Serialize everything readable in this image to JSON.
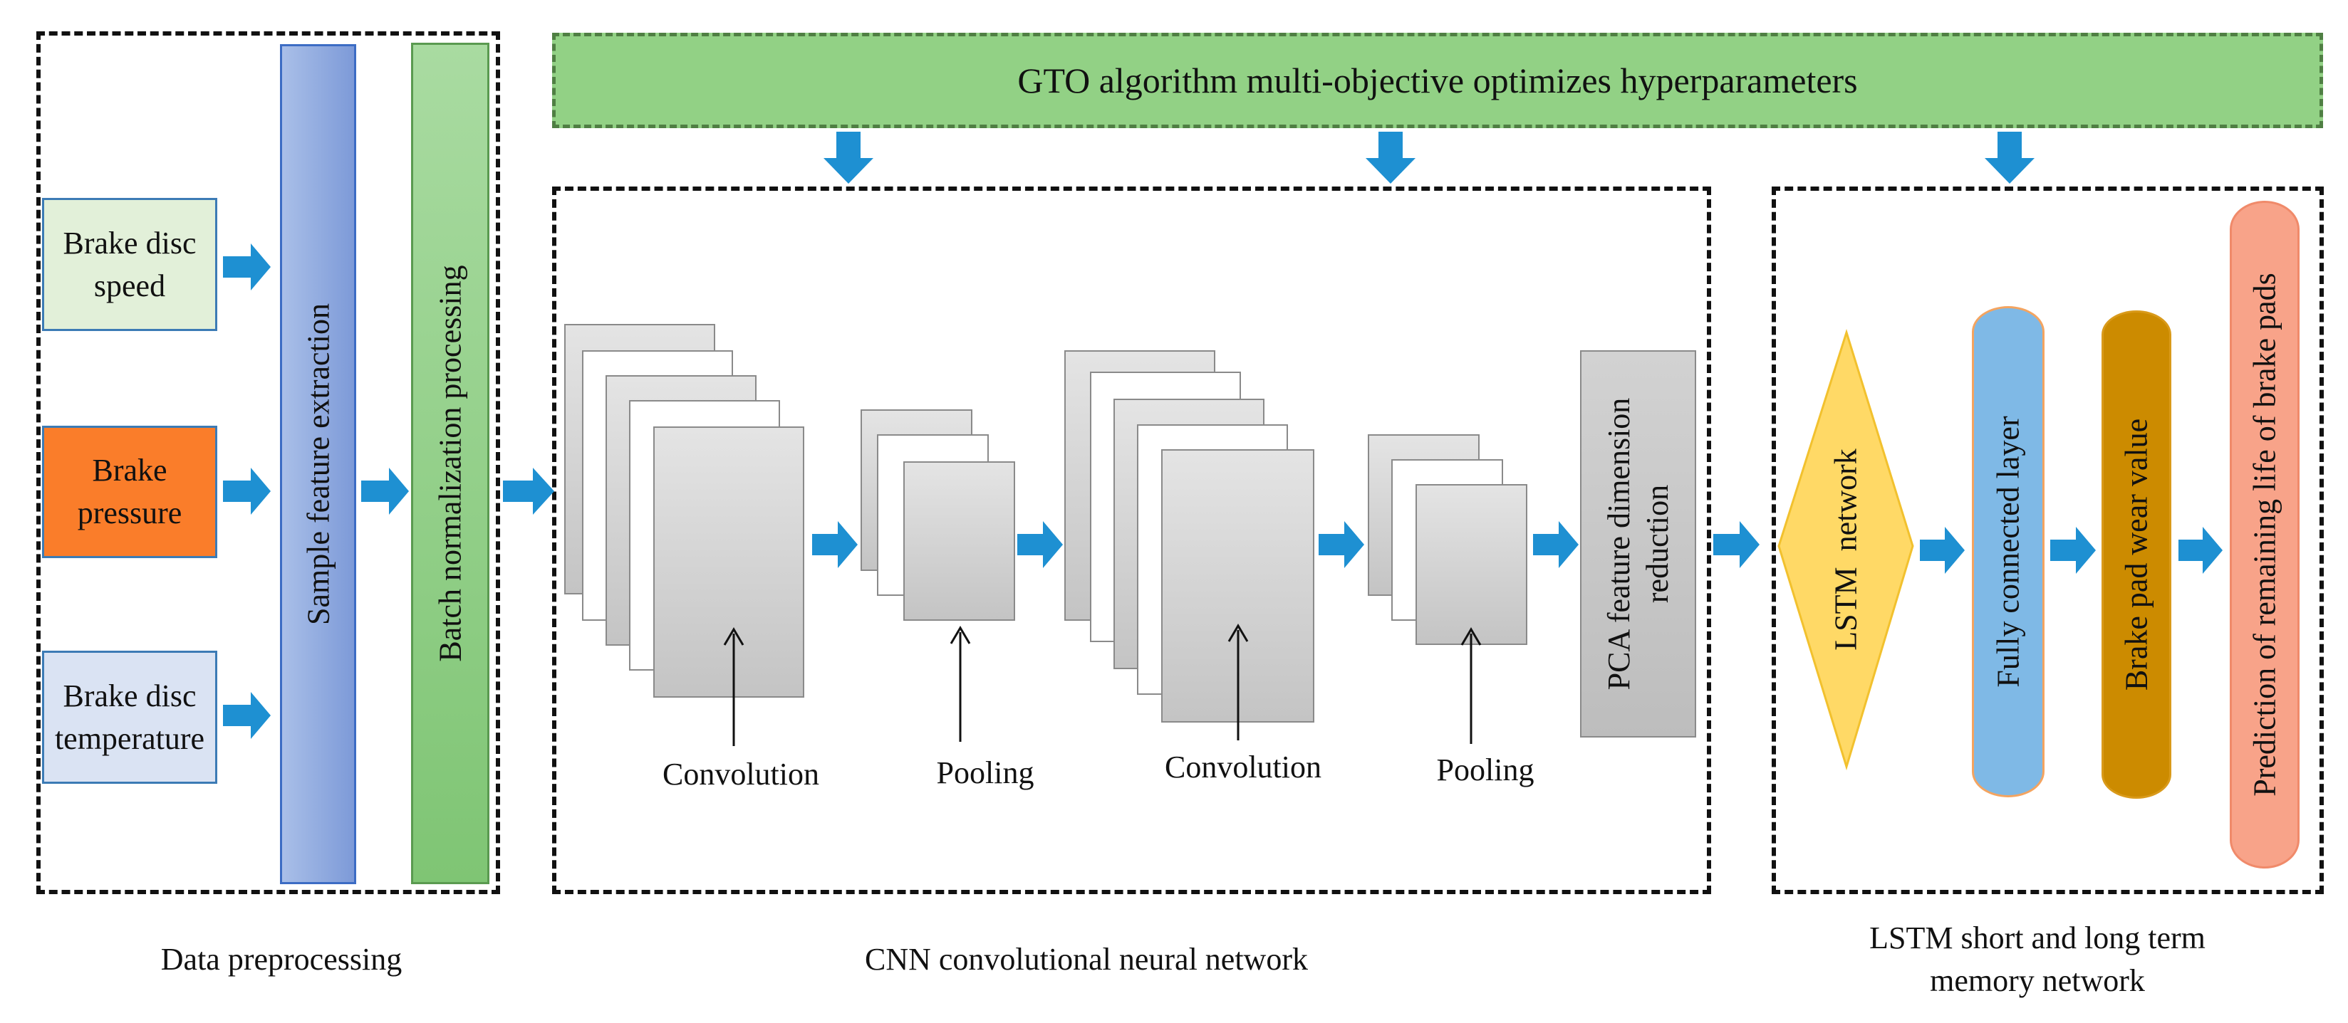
{
  "colors": {
    "arrow": "#1e90d2",
    "gto_bar": "#92d185",
    "gto_border": "#6aa85a",
    "disc_speed_box": "#e2f0d9",
    "pressure_box": "#fa7d2a",
    "temperature_box": "#dae3f3",
    "feature_extraction": "#8aa6de",
    "batch_norm": "#8fcf85",
    "lstm_diamond": "#ffd966",
    "fully_connected": "#7fb9e6",
    "wear_value": "#cc8b00",
    "prediction": "#f8a389"
  },
  "gto": {
    "label": "GTO algorithm multi-objective optimizes hyperparameters"
  },
  "inputs": {
    "disc_speed": "Brake disc speed",
    "pressure": "Brake pressure",
    "temperature": "Brake disc temperature"
  },
  "preprocessing": {
    "feature_extraction": "Sample feature extraction",
    "batch_norm": "Batch normalization processing",
    "caption": "Data preprocessing"
  },
  "cnn": {
    "conv1": "Convolution",
    "pool1": "Pooling",
    "conv2": "Convolution",
    "pool2": "Pooling",
    "pca": "PCA feature dimension reduction",
    "caption": "CNN convolutional neural network"
  },
  "lstm": {
    "network": "LSTM  network",
    "fully_connected": "Fully connected layer",
    "wear_value": "Brake pad wear value",
    "prediction": "Prediction of remaining life of brake pads",
    "caption": "LSTM short and long term memory network"
  }
}
